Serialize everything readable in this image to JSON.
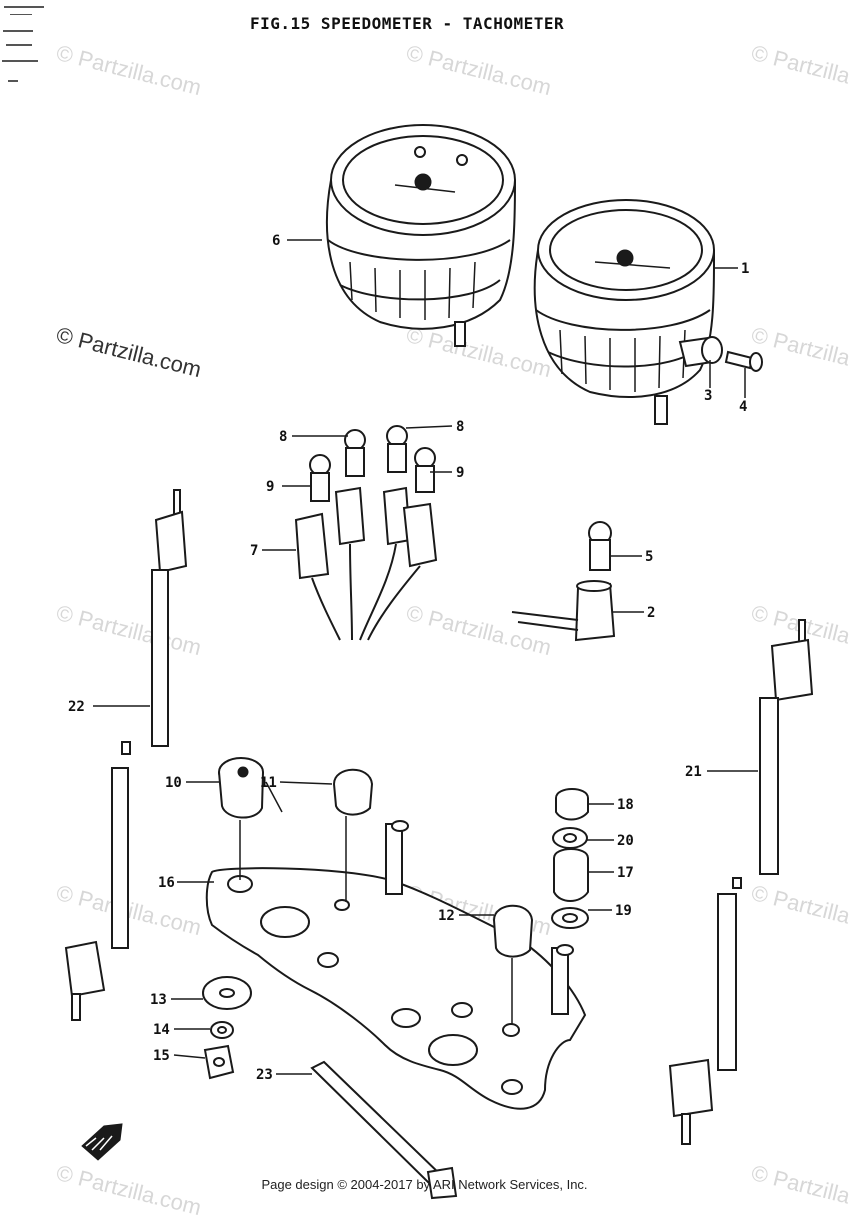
{
  "title": "FIG.15 SPEEDOMETER - TACHOMETER",
  "footer": "Page design © 2004-2017 by ARI Network Services, Inc.",
  "watermark": "© Partzilla.com",
  "callouts": [
    "1",
    "2",
    "3",
    "4",
    "5",
    "6",
    "7",
    "8",
    "8",
    "9",
    "9",
    "10",
    "11",
    "12",
    "13",
    "14",
    "15",
    "16",
    "17",
    "18",
    "19",
    "20",
    "21",
    "22",
    "23"
  ],
  "colors": {
    "ink": "#1a1a1a",
    "watermark": "#d7d7d7",
    "background": "#ffffff"
  }
}
